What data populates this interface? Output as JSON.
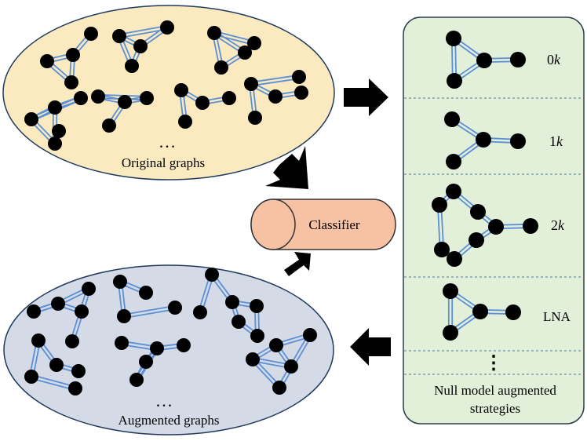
{
  "original": {
    "label": "Original graphs",
    "ellipsis": "..."
  },
  "augmented": {
    "label": "Augmented graphs",
    "ellipsis": "..."
  },
  "classifier": {
    "label": "Classifier"
  },
  "strategies_panel": {
    "caption_line1": "Null model augmented",
    "caption_line2": "strategies",
    "ellipsis": "⋮",
    "items": [
      {
        "num": "0",
        "var": "k"
      },
      {
        "num": "1",
        "var": "k"
      },
      {
        "num": "2",
        "var": "k"
      },
      {
        "label": "LNA"
      }
    ]
  },
  "colors": {
    "original_fill": "#fbeac0",
    "augmented_fill": "#d5dbe6",
    "panel_fill": "#e2efd9",
    "classifier_fill": "#f7c1a4",
    "edge_blue": "#5b8fd6",
    "node": "#000000"
  }
}
